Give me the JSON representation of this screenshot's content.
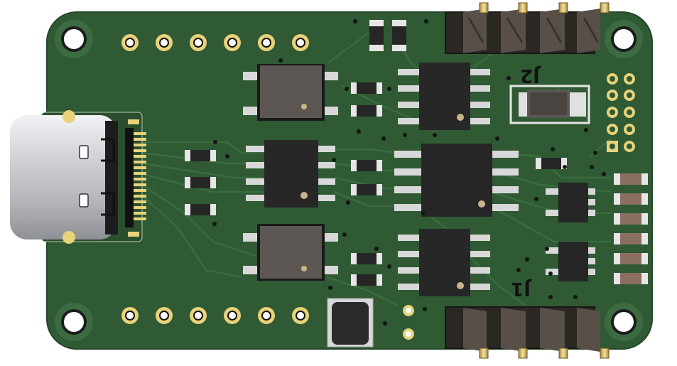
{
  "board": {
    "colors": {
      "soldermask": "#2f5a34",
      "soldermask_edge": "#24492a",
      "copper_trace": "#3d6e40",
      "pad_gold": "#e8d27a",
      "pad_silver": "#d5d5d5",
      "ic_body": "#2a2a2a",
      "usb_shell": "#c9cbd0",
      "header_plastic": "#3a3530",
      "header_pin": "#b8a07a"
    },
    "silkscreen": {
      "j1_label": "J1",
      "j2_label": "J2"
    },
    "components": {
      "usb_connector": "usb-c-receptacle",
      "headers": [
        "J1",
        "J2"
      ],
      "mounting_holes": 4
    }
  }
}
